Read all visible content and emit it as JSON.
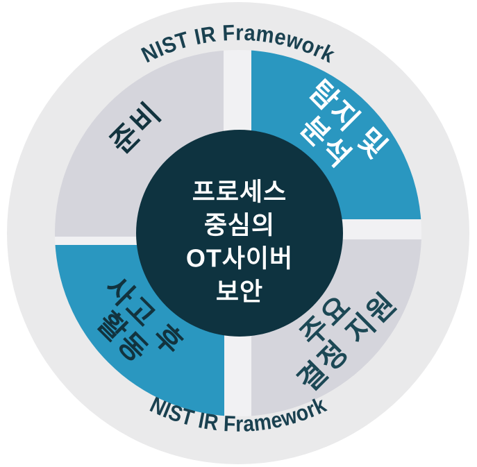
{
  "diagram": {
    "arc_labels": {
      "top": "NIST IR Framework",
      "bottom": "NIST IR Framework"
    },
    "center": {
      "lines": [
        "프로세스",
        "중심의",
        "OT사이버",
        "보안"
      ],
      "bg_color": "#0E3340",
      "text_color": "#FFFFFF"
    },
    "quadrants": [
      {
        "name": "preparation",
        "position": "top-left",
        "lines": [
          "준비"
        ],
        "fill": "#D5D5DC",
        "text_color": "#12333E"
      },
      {
        "name": "detection-and-analysis",
        "position": "top-right",
        "lines": [
          "탐지 및",
          "분석"
        ],
        "fill": "#2A97C0",
        "text_color": "#FFFFFF"
      },
      {
        "name": "post-incident-activity",
        "position": "bottom-left",
        "lines": [
          "사고 후",
          "활동"
        ],
        "fill": "#2A97C0",
        "text_color": "#12333E"
      },
      {
        "name": "key-decision-support",
        "position": "bottom-right",
        "lines": [
          "주요",
          "결정 지원"
        ],
        "fill": "#D5D5DC",
        "text_color": "#1C4855"
      }
    ],
    "colors": {
      "background": "#FFFFFF",
      "outer_ring": "#EAEAEB",
      "divider": "#F1F1F3",
      "arc_text": "#1A4150"
    }
  }
}
